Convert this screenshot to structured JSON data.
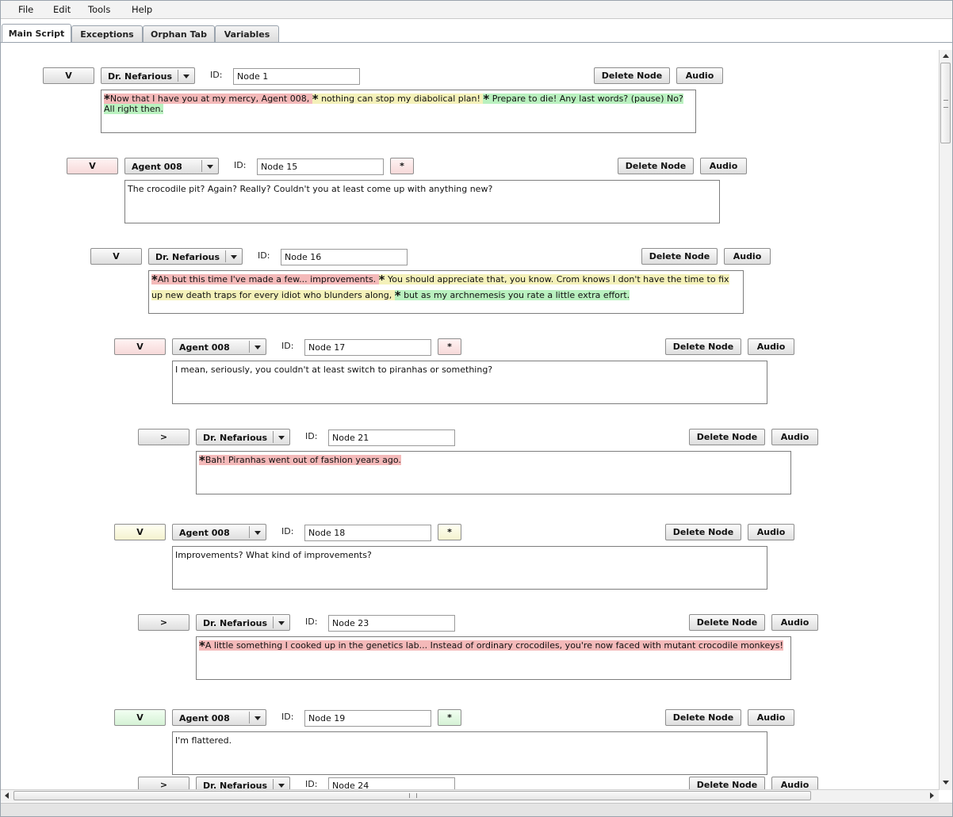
{
  "menu": [
    "File",
    "Edit",
    "Tools",
    "Help"
  ],
  "tabs": [
    "Main Script",
    "Exceptions",
    "Orphan Tab",
    "Variables"
  ],
  "labels": {
    "id": "ID:",
    "delete": "Delete Node",
    "audio": "Audio",
    "star": "*"
  },
  "nodes": [
    {
      "toggle": "V",
      "toggle_color": "default",
      "speaker": "Dr. Nefarious",
      "id": "Node 1",
      "star_button": false,
      "segments": [
        {
          "color": "red",
          "star": true,
          "text": "Now that I have you at my mercy, Agent 008, "
        },
        {
          "color": "yellow",
          "star": true,
          "text": " nothing can stop my diabolical plan! "
        },
        {
          "color": "green",
          "star": true,
          "text": " Prepare to die! Any last words?  (pause) No? All right then."
        }
      ]
    },
    {
      "toggle": "V",
      "toggle_color": "red",
      "speaker": "Agent 008",
      "id": "Node 15",
      "star_button": true,
      "star_color": "red",
      "segments": [
        {
          "color": "none",
          "star": false,
          "text": "The crocodile pit? Again? Really? Couldn't you at least come up with anything new?"
        }
      ]
    },
    {
      "toggle": "V",
      "toggle_color": "default",
      "speaker": "Dr. Nefarious",
      "id": "Node 16",
      "star_button": false,
      "segments": [
        {
          "color": "red",
          "star": true,
          "text": "Ah but this time I've made a few... improvements. "
        },
        {
          "color": "yellow",
          "star": true,
          "text": " You should appreciate that, you know. Crom knows I don't have the time to fix up new death traps for every idiot who blunders along, "
        },
        {
          "color": "green",
          "star": true,
          "text": " but as my archnemesis you rate a little extra effort."
        }
      ]
    },
    {
      "toggle": "V",
      "toggle_color": "red",
      "speaker": "Agent 008",
      "id": "Node 17",
      "star_button": true,
      "star_color": "red",
      "segments": [
        {
          "color": "none",
          "star": false,
          "text": "I mean, seriously, you couldn't at least switch to piranhas or something?"
        }
      ]
    },
    {
      "toggle": ">",
      "toggle_color": "default",
      "speaker": "Dr. Nefarious",
      "id": "Node 21",
      "star_button": false,
      "segments": [
        {
          "color": "red",
          "star": true,
          "text": "Bah! Piranhas went out of fashion years ago."
        }
      ]
    },
    {
      "toggle": "V",
      "toggle_color": "yellow",
      "speaker": "Agent 008",
      "id": "Node 18",
      "star_button": true,
      "star_color": "yellow",
      "segments": [
        {
          "color": "none",
          "star": false,
          "text": "Improvements? What kind of improvements?"
        }
      ]
    },
    {
      "toggle": ">",
      "toggle_color": "default",
      "speaker": "Dr. Nefarious",
      "id": "Node 23",
      "star_button": false,
      "segments": [
        {
          "color": "red",
          "star": true,
          "text": "A little something I cooked up in the genetics lab... Instead of ordinary crocodiles, you're now faced with mutant crocodile monkeys!"
        }
      ]
    },
    {
      "toggle": "V",
      "toggle_color": "green",
      "speaker": "Agent 008",
      "id": "Node 19",
      "star_button": true,
      "star_color": "green",
      "segments": [
        {
          "color": "none",
          "star": false,
          "text": "I'm flattered."
        }
      ]
    },
    {
      "toggle": ">",
      "toggle_color": "default",
      "speaker": "Dr. Nefarious",
      "id": "Node 24",
      "star_button": false,
      "segments": []
    }
  ]
}
